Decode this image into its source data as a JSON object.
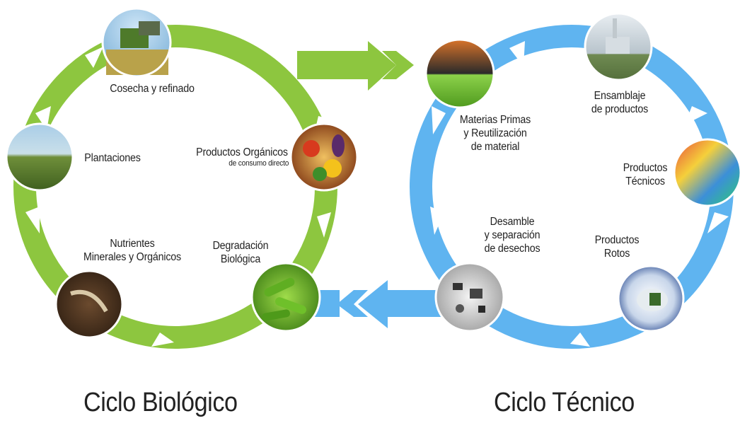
{
  "colors": {
    "biological_ring": "#8dc63f",
    "technical_ring": "#5fb4f0",
    "text": "#222222"
  },
  "biological": {
    "title": "Ciclo Biológico",
    "stages": {
      "harvest": "Cosecha y refinado",
      "plantations": "Plantaciones",
      "organic_products_title": "Productos Orgánicos",
      "organic_products_sub": "de consumo directo",
      "nutrients_line1": "Nutrientes",
      "nutrients_line2": "Minerales y Orgánicos",
      "degradation_line1": "Degradación",
      "degradation_line2": "Biológica"
    },
    "photos": [
      "harvester-photo",
      "field-photo",
      "vegetables-photo",
      "soil-worm-photo",
      "bacteria-photo"
    ]
  },
  "technical": {
    "title": "Ciclo Técnico",
    "stages": {
      "raw_materials_line1": "Materias Primas",
      "raw_materials_line2": "y Reutilización",
      "raw_materials_line3": "de material",
      "assembly_line1": "Ensamblaje",
      "assembly_line2": "de productos",
      "technical_products_line1": "Productos",
      "technical_products_line2": "Técnicos",
      "disassembly_line1": "Desamble",
      "disassembly_line2": "y separación",
      "disassembly_line3": "de desechos",
      "broken_products_line1": "Productos",
      "broken_products_line2": "Rotos"
    },
    "photos": [
      "granules-photo",
      "factory-photo",
      "packaged-products-photo",
      "broken-bulb-photo",
      "electronic-parts-photo"
    ]
  }
}
